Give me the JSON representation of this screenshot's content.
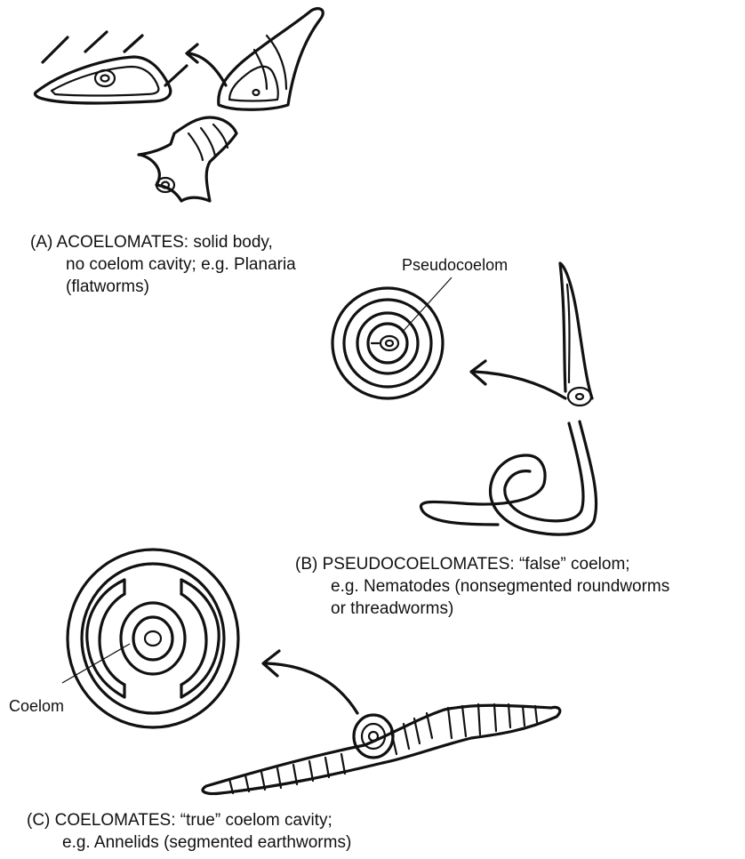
{
  "captions": {
    "a": {
      "line1": "(A) ACOELOMATES: solid body,",
      "line2": "no coelom cavity; e.g. Planaria",
      "line3": "(flatworms)"
    },
    "b": {
      "line1": "(B) PSEUDOCOELOMATES: “false” coelom;",
      "line2": "e.g. Nematodes (nonsegmented roundworms",
      "line3": "or threadworms)"
    },
    "c": {
      "line1": "(C) COELOMATES: “true” coelom cavity;",
      "line2": "e.g. Annelids (segmented earthworms)"
    }
  },
  "labels": {
    "pseudocoelom": "Pseudocoelom",
    "coelom": "Coelom"
  }
}
